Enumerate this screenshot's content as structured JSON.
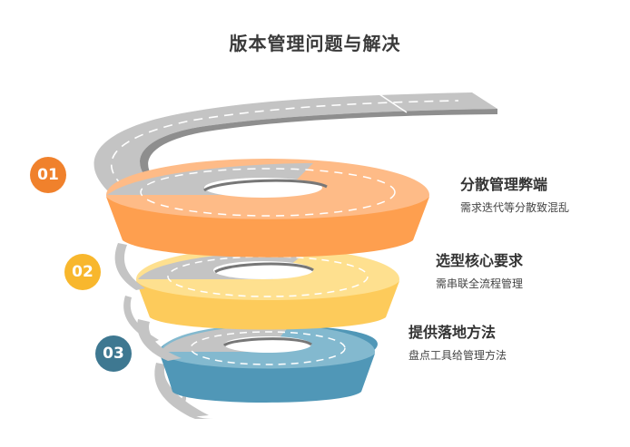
{
  "title": "版本管理问题与解决",
  "colors": {
    "road": "#c4c4c4",
    "road_edge": "#8e8e8e",
    "orange": "#fe9f4f",
    "orange_top": "#febb87",
    "orange_badge": "#f0812c",
    "yellow": "#fdcb5b",
    "yellow_top": "#fee08f",
    "yellow_badge": "#f8b72d",
    "blue": "#5097b7",
    "blue_top": "#83b9cf",
    "blue_badge": "#3e7891"
  },
  "steps": [
    {
      "number": "01",
      "heading": "分散管理弊端",
      "description": "需求迭代等分散致混乱"
    },
    {
      "number": "02",
      "heading": "选型核心要求",
      "description": "需串联全流程管理"
    },
    {
      "number": "03",
      "heading": "提供落地方法",
      "description": "盘点工具给管理方法"
    }
  ]
}
